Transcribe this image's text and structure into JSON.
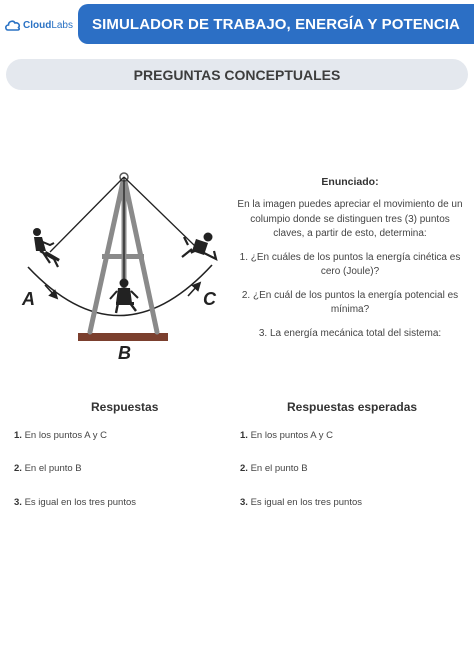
{
  "header": {
    "logo_brand": "Cloud",
    "logo_suffix": "Labs",
    "title": "SIMULADOR DE TRABAJO, ENERGÍA Y POTENCIA"
  },
  "section": {
    "title": "PREGUNTAS CONCEPTUALES"
  },
  "figure": {
    "labels": {
      "a": "A",
      "b": "B",
      "c": "C"
    }
  },
  "statement": {
    "heading": "Enunciado:",
    "intro": "En la imagen puedes apreciar el movimiento de un columpio donde se distinguen tres (3) puntos claves, a partir de esto, determina:",
    "questions": [
      "1. ¿En cuáles de los puntos la energía cinética es cero (Joule)?",
      "2. ¿En cuál de los puntos la energía potencial es mínima?",
      "3. La energía mecánica total del sistema:"
    ]
  },
  "answers": {
    "title": "Respuestas",
    "items": [
      {
        "num": "1.",
        "text": "En los puntos A y C"
      },
      {
        "num": "2.",
        "text": "En el punto B"
      },
      {
        "num": "3.",
        "text": "Es igual en los tres puntos"
      }
    ]
  },
  "expected": {
    "title": "Respuestas esperadas",
    "items": [
      {
        "num": "1.",
        "text": "En los puntos A y C"
      },
      {
        "num": "2.",
        "text": "En el punto B"
      },
      {
        "num": "3.",
        "text": "Es igual en los tres puntos"
      }
    ]
  },
  "colors": {
    "header_blue": "#2c6fc5",
    "subtitle_bg": "#e4e8ee",
    "frame_gray": "#8a8a8a",
    "base_brown": "#7b3f2e"
  }
}
